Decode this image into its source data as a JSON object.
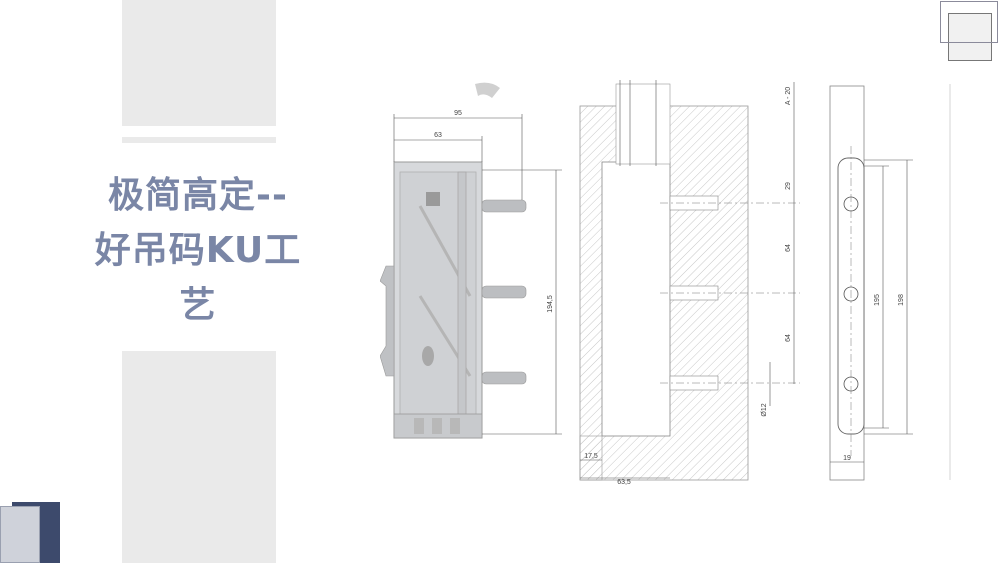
{
  "slide": {
    "title_line1": "极简高定--",
    "title_line2": "好吊码KU工",
    "title_line3": "艺"
  },
  "drawing": {
    "dim_95": "95",
    "dim_63": "63",
    "dim_194_5": "194,5",
    "dim_a20": "A - 20",
    "dim_29": "29",
    "dim_64a": "64",
    "dim_64b": "64",
    "dim_d12": "Ø12",
    "dim_17_5": "17,5",
    "dim_63_5": "63,5",
    "dim_195": "195",
    "dim_198": "198",
    "dim_19": "19"
  }
}
